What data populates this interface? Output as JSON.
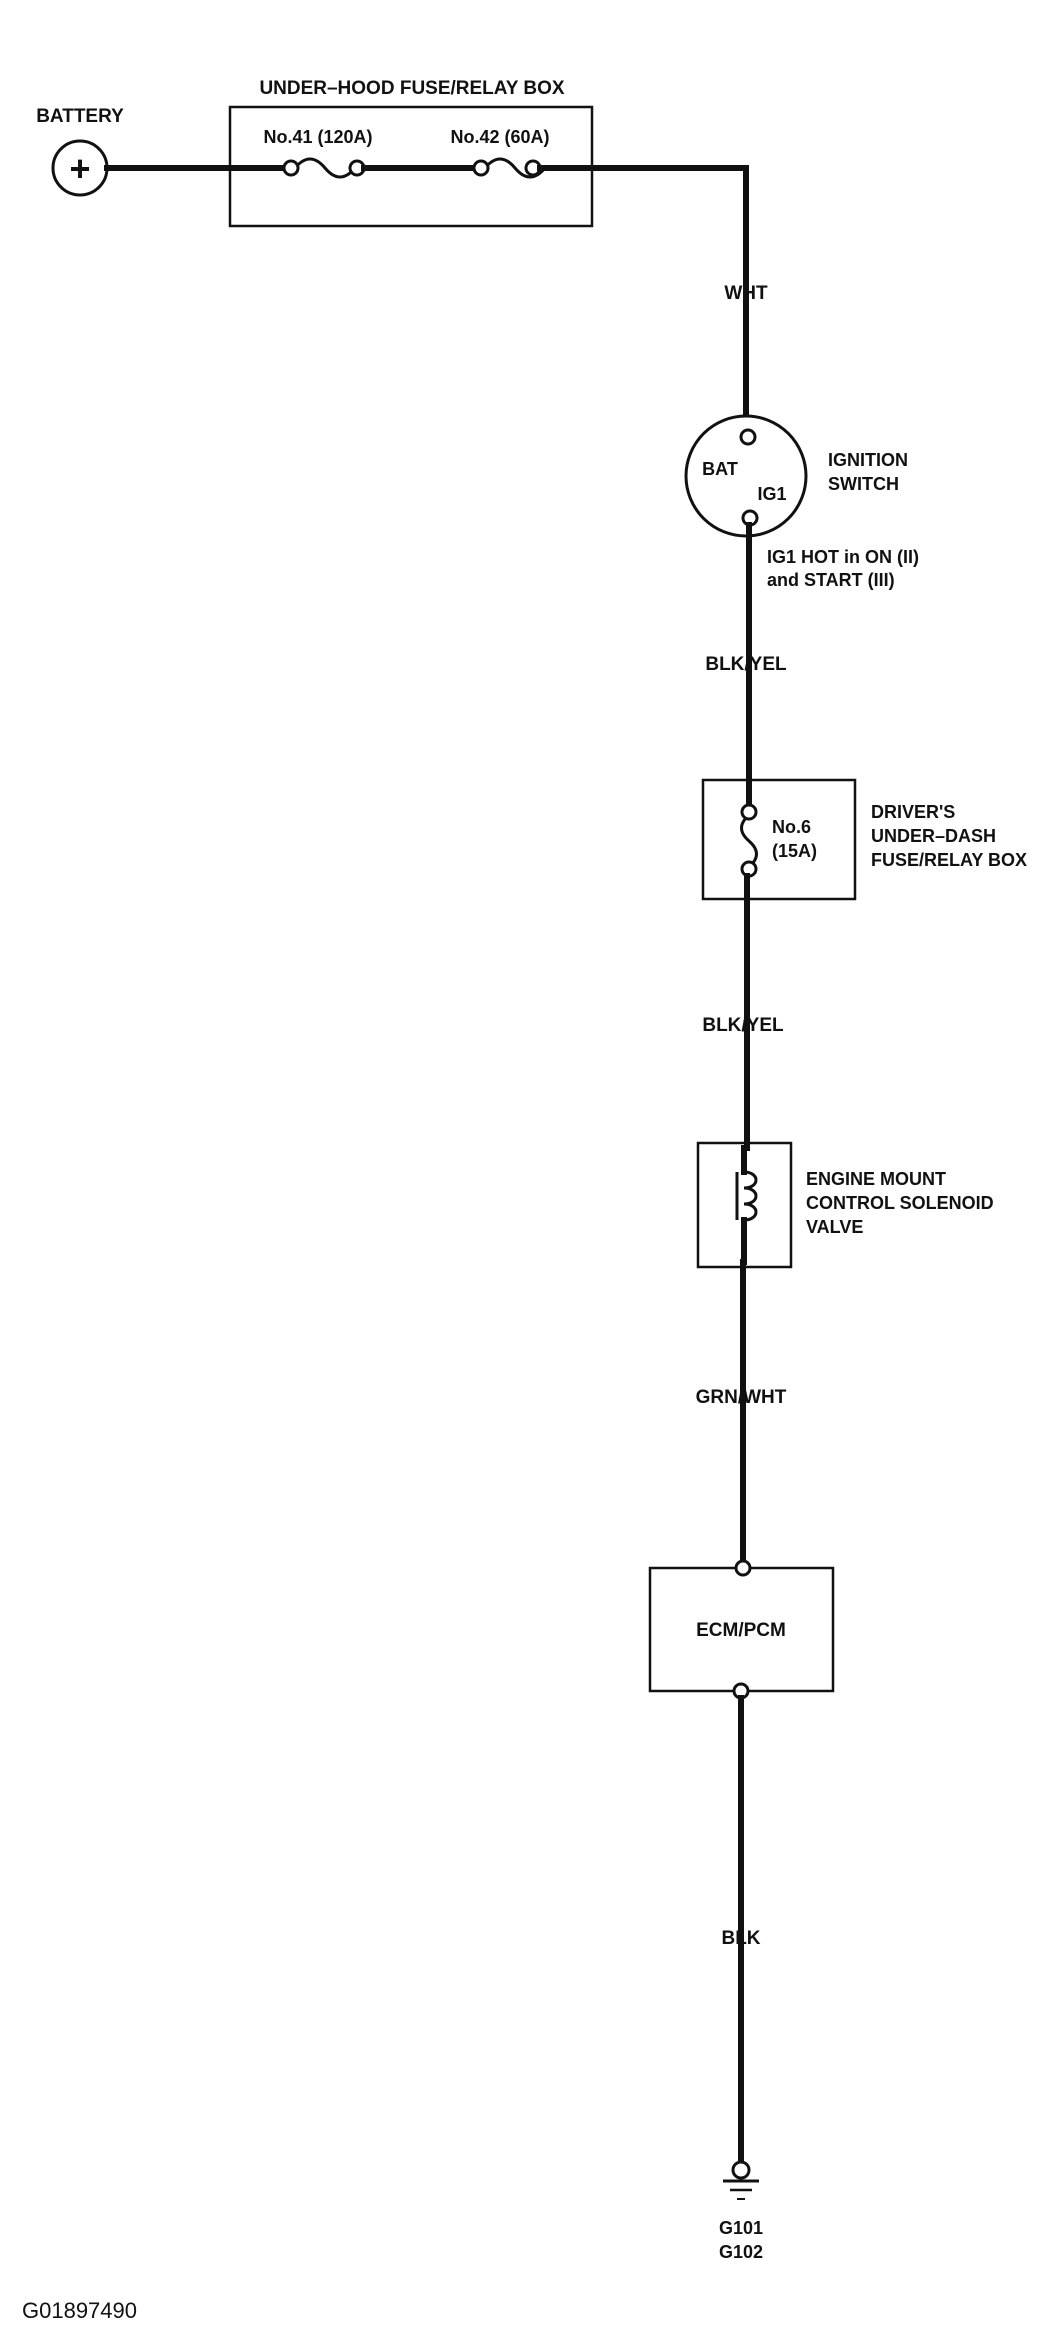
{
  "battery": {
    "label": "BATTERY",
    "symbol": "+"
  },
  "underhood_box": {
    "title": "UNDER–HOOD FUSE/RELAY BOX",
    "fuse_41": "No.41 (120A)",
    "fuse_42": "No.42 (60A)"
  },
  "wires": {
    "wht": "WHT",
    "blk_yel_1": "BLK/YEL",
    "blk_yel_2": "BLK/YEL",
    "grn_wht": "GRN/WHT",
    "blk": "BLK"
  },
  "ignition_switch": {
    "label_line1": "IGNITION",
    "label_line2": "SWITCH",
    "bat_terminal": "BAT",
    "ig1_terminal": "IG1",
    "note_line1": "IG1 HOT in ON (II)",
    "note_line2": "and START (III)"
  },
  "dash_box": {
    "fuse_line1": "No.6",
    "fuse_line2": "(15A)",
    "label_line1": "DRIVER'S",
    "label_line2": "UNDER–DASH",
    "label_line3": "FUSE/RELAY BOX"
  },
  "solenoid": {
    "label_line1": "ENGINE MOUNT",
    "label_line2": "CONTROL SOLENOID",
    "label_line3": "VALVE"
  },
  "ecm": {
    "label": "ECM/PCM"
  },
  "ground": {
    "label_line1": "G101",
    "label_line2": "G102"
  },
  "figure_id": "G01897490"
}
